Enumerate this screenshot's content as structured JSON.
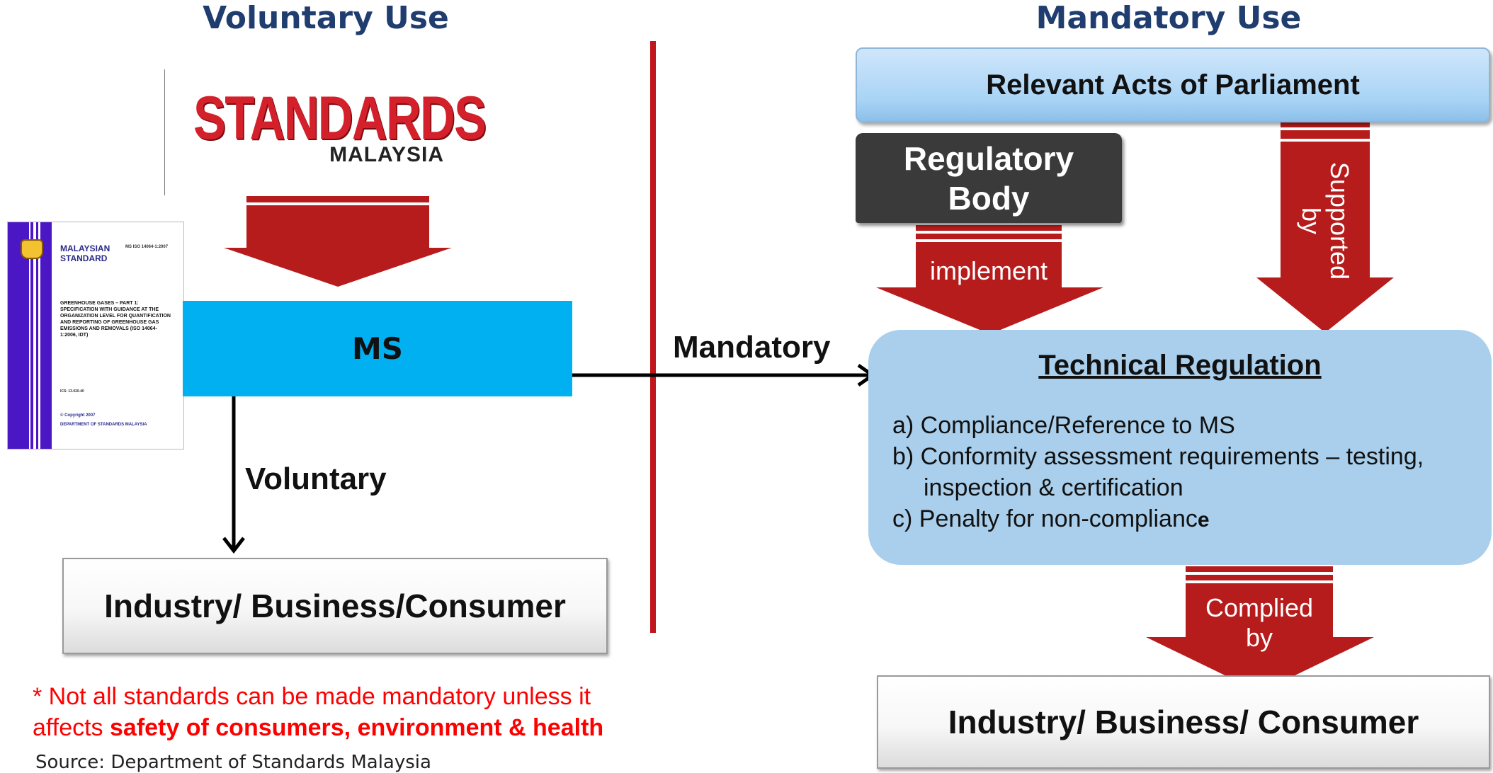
{
  "headings": {
    "voluntary": "Voluntary Use",
    "mandatory": "Mandatory Use"
  },
  "logo": {
    "main": "STANDARDS",
    "sub": "MALAYSIA"
  },
  "doc_cover": {
    "title_1": "MALAYSIAN",
    "title_2": "STANDARD",
    "code": "MS ISO 14064-1:2007",
    "body": "GREENHOUSE GASES – PART 1: SPECIFICATION WITH GUIDANCE AT THE ORGANIZATION LEVEL FOR QUANTIFICATION AND REPORTING OF GREENHOUSE GAS EMISSIONS AND REMOVALS (ISO 14064-1:2006, IDT)",
    "ics": "ICS: 13.020.40",
    "copyright": "© Copyright 2007",
    "department": "DEPARTMENT OF STANDARDS MALAYSIA"
  },
  "ms_box": {
    "label": "MS",
    "color": "#00b0f0"
  },
  "labels": {
    "mandatory": "Mandatory",
    "voluntary": "Voluntary"
  },
  "left_target": "Industry/ Business/Consumer",
  "note": {
    "line1": "* Not all standards can be made mandatory unless it",
    "line2_prefix": "affects ",
    "line2_bold": "safety of consumers, environment &  health",
    "color": "#ff0000"
  },
  "source": "Source: Department of Standards Malaysia",
  "acts_box": "Relevant Acts of Parliament",
  "regulatory_body": {
    "line1": "Regulatory",
    "line2": "Body"
  },
  "arrows": {
    "implement": "implement",
    "supported_by": "Supported by",
    "complied_line1": "Complied",
    "complied_line2": "by",
    "color": "#b71c1c"
  },
  "technical_regulation": {
    "title": "Technical Regulation",
    "items": [
      "a) Compliance/Reference to MS",
      "b) Conformity assessment requirements – testing,",
      "inspection & certification",
      "c) Penalty for non-complianc"
    ],
    "item_last_bold_suffix": "e"
  },
  "right_target": "Industry/ Business/ Consumer",
  "divider_color": "#c0161e"
}
